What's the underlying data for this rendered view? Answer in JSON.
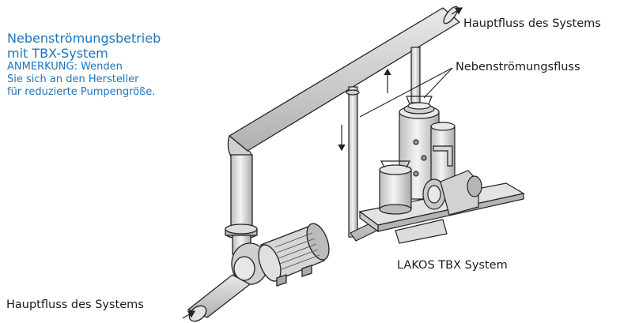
{
  "title": {
    "line1": "Nebenströmungsbetrieb",
    "line2": "mit TBX-System",
    "note1": "ANMERKUNG: Wenden",
    "note2": "Sie sich an den Hersteller",
    "note3": "für reduzierte Pumpengröße."
  },
  "labels": {
    "main_flow_out": "Hauptfluss des Systems",
    "side_flow": "Nebenströmungsfluss",
    "tbx_system": "LAKOS TBX System",
    "main_flow_in": "Hauptfluss des Systems"
  },
  "colors": {
    "title_blue": "#1b75bc",
    "outline": "#222222",
    "fill_light": "#f2f2f2",
    "fill_mid": "#d9d9d9",
    "fill_dark": "#a8a8a8"
  },
  "icons": [
    "flow-up-arrow",
    "flow-down-arrow",
    "flow-out-arrow",
    "flow-in-arrow"
  ]
}
